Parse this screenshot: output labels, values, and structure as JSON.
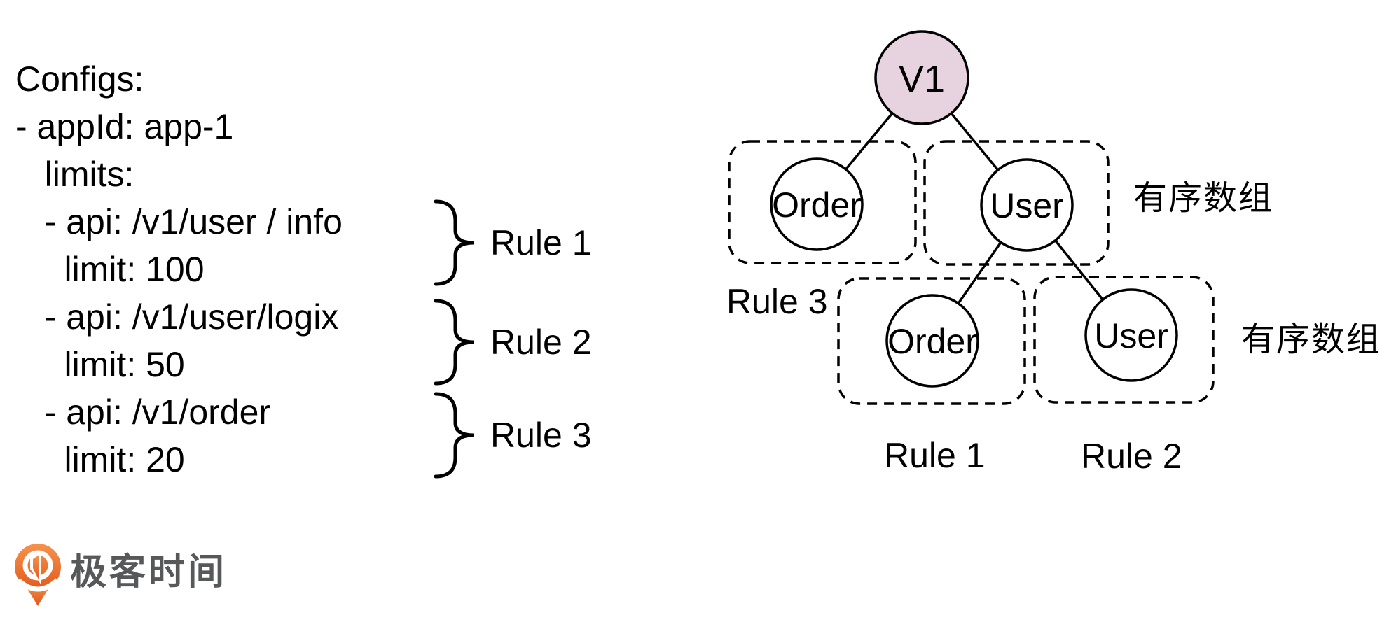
{
  "config": {
    "lines": [
      "Configs:",
      "- appId: app-1",
      "   limits:",
      "   - api: /v1/user / info",
      "     limit: 100",
      "   - api: /v1/user/logix",
      "     limit: 50",
      "   - api: /v1/order",
      "     limit: 20"
    ],
    "rule_labels": [
      "Rule 1",
      "Rule 2",
      "Rule 3"
    ]
  },
  "tree": {
    "root_label": "V1",
    "level1": {
      "left": "Order",
      "right": "User"
    },
    "level2": {
      "left": "Order",
      "right": "User"
    },
    "annotation_top": "有序数组",
    "annotation_bottom": "有序数组",
    "group_rule3_label": "Rule 3",
    "group_rule1_label": "Rule 1",
    "group_rule2_label": "Rule 2"
  },
  "colors": {
    "v1_fill": "#e7d2e0",
    "node_fill": "#ffffff",
    "stroke": "#000000",
    "logo_orange": "#ee7034",
    "logo_orange_dark": "#e25a1c",
    "logo_text_color": "#57585a"
  },
  "logo": {
    "text": "极客时间"
  }
}
